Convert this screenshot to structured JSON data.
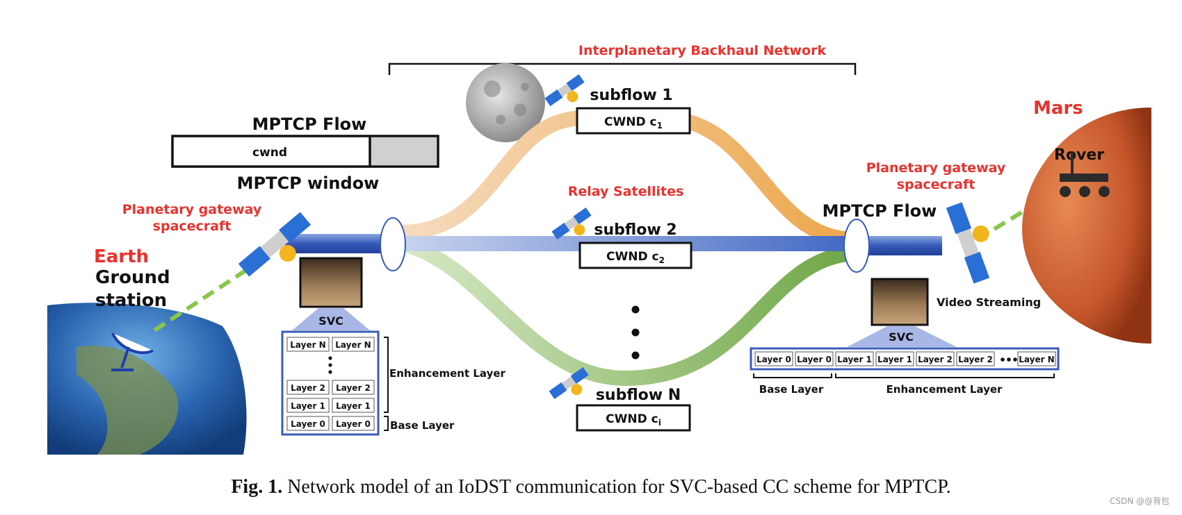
{
  "backhaul_title": "Interplanetary Backhaul Network",
  "flow_left": {
    "title": "MPTCP Flow",
    "cwnd_label": "cwnd",
    "window_label": "MPTCP window"
  },
  "earth": {
    "name": "Earth",
    "station_line1": "Ground",
    "station_line2": "station",
    "gateway_line1": "Planetary gateway",
    "gateway_line2": "spacecraft"
  },
  "mars": {
    "name": "Mars",
    "rover": "Rover",
    "gateway_line1": "Planetary gateway",
    "gateway_line2": "spacecraft"
  },
  "relay_label": "Relay Satellites",
  "subflows": [
    {
      "label": "subflow 1",
      "cwnd": "CWND c",
      "sub": "1"
    },
    {
      "label": "subflow 2",
      "cwnd": "CWND c",
      "sub": "2"
    },
    {
      "label": "subflow N",
      "cwnd": "CWND c",
      "sub": "i"
    }
  ],
  "flow_right_title": "MPTCP Flow",
  "video_streaming": "Video Streaming",
  "svc_label": "SVC",
  "left_layers": {
    "rows": [
      [
        "Layer N",
        "Layer N"
      ],
      [
        "Layer 2",
        "Layer 2"
      ],
      [
        "Layer 1",
        "Layer 1"
      ],
      [
        "Layer 0",
        "Layer 0"
      ]
    ],
    "enhancement": "Enhancement Layer",
    "base": "Base Layer"
  },
  "right_layers": {
    "cells": [
      "Layer 0",
      "Layer 0",
      "Layer 1",
      "Layer 1",
      "Layer 2",
      "Layer 2",
      "Layer N"
    ],
    "base": "Base Layer",
    "enhancement": "Enhancement Layer"
  },
  "caption": {
    "prefix": "Fig. 1.",
    "text": " Network model of an IoDST communication for SVC-based CC scheme for MPTCP."
  },
  "watermark": "CSDN @@背包"
}
